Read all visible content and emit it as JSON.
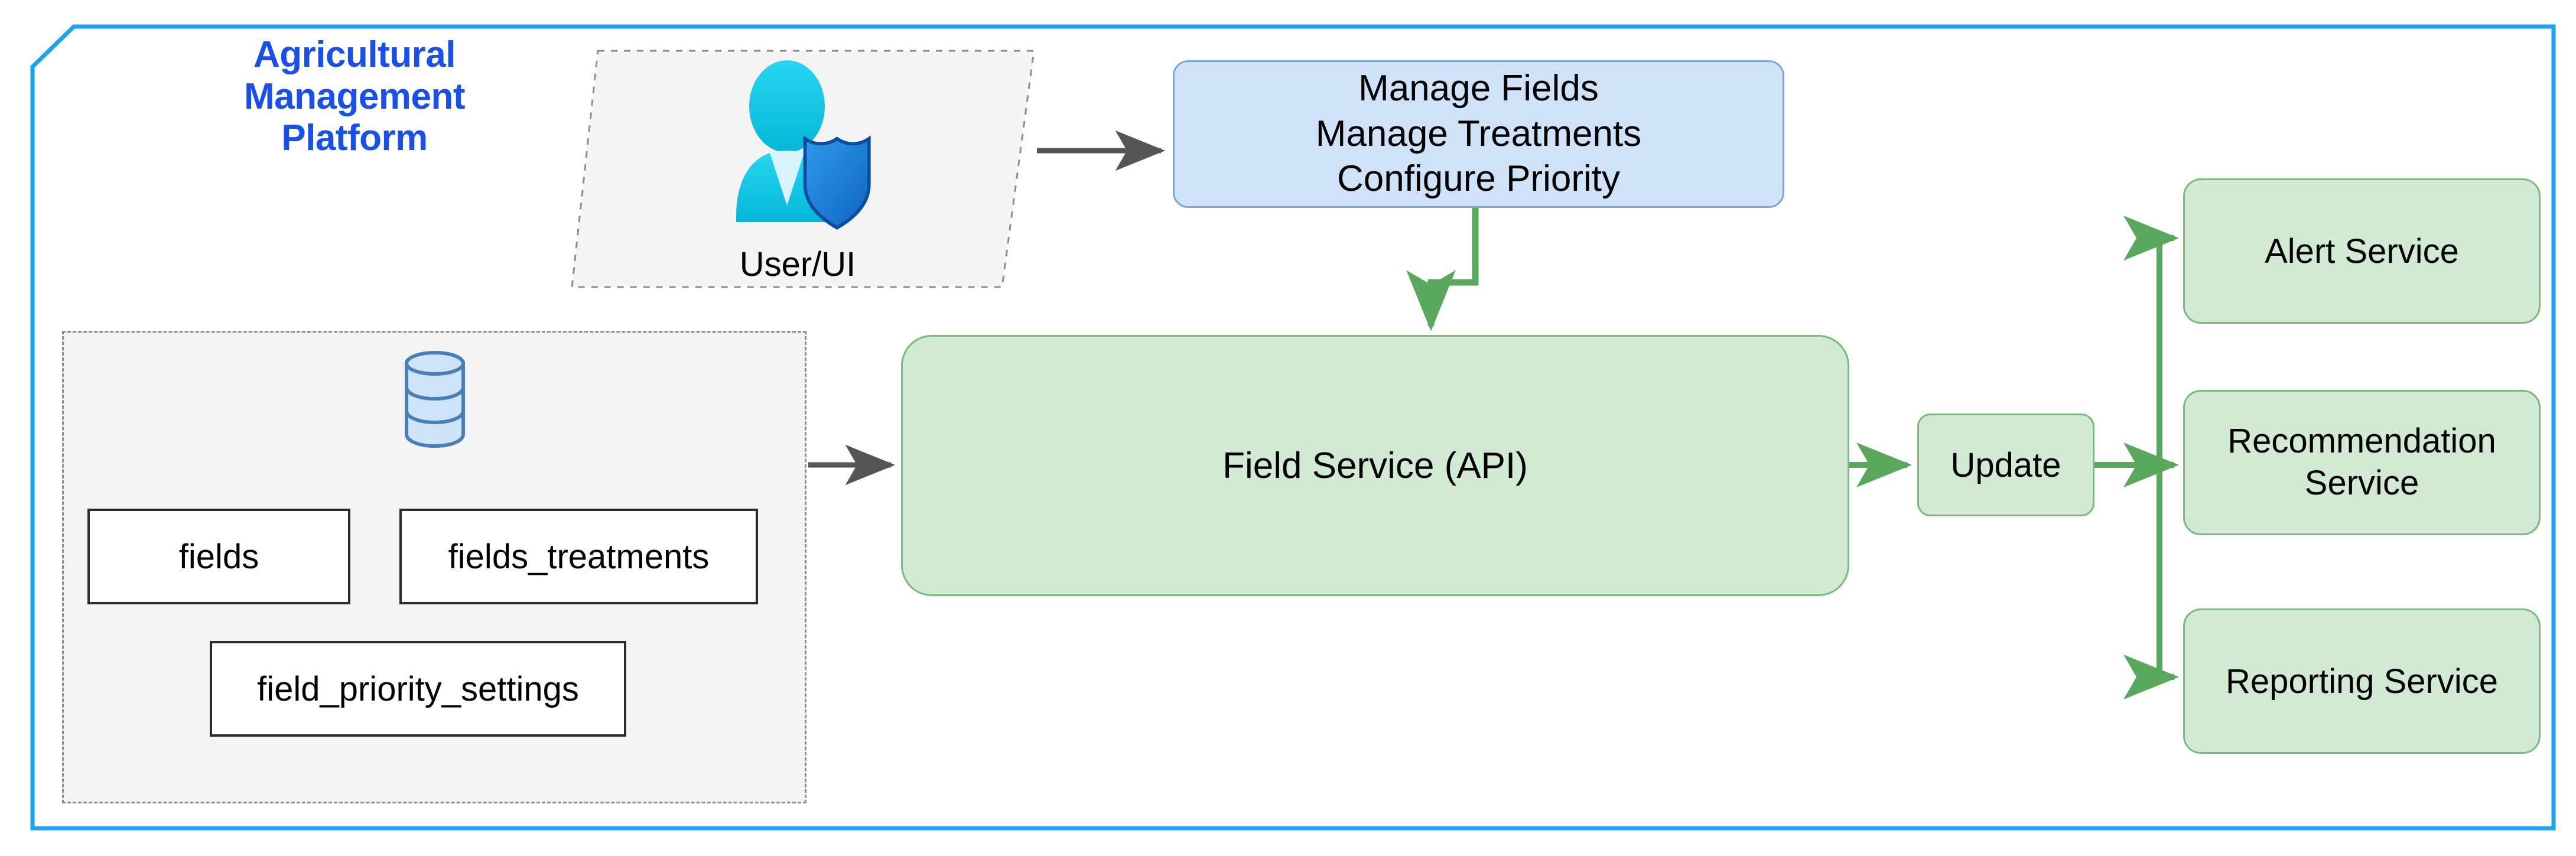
{
  "platform": {
    "title": "Agricultural\nManagement\nPlatform",
    "border_color": "#1aa3f0",
    "title_color": "#1a50e8"
  },
  "actor": {
    "label": "User/UI",
    "icon": "user-shield-icon",
    "icon_body_color": "#16c6e8",
    "icon_shield_color": "#1a7fd4"
  },
  "usecase": {
    "label": "Manage Fields\nManage Treatments\nConfigure Priority",
    "fill": "#cfe2f8",
    "stroke": "#7ba6d8"
  },
  "database": {
    "icon": "database-cylinder-icon",
    "icon_fill": "#cfe4f8",
    "icon_stroke": "#4a7fb5",
    "tables": [
      {
        "name": "fields"
      },
      {
        "name": "fields_treatments"
      },
      {
        "name": "field_priority_settings"
      }
    ]
  },
  "service": {
    "label": "Field Service (API)",
    "fill": "#d2ead3",
    "stroke": "#7cb97f"
  },
  "update": {
    "label": "Update"
  },
  "downstream": [
    {
      "label": "Alert Service"
    },
    {
      "label": "Recommendation\nService"
    },
    {
      "label": "Reporting Service"
    }
  ],
  "edges": {
    "gray_color": "#555555",
    "green_color": "#5aa75e",
    "user_to_usecase": "",
    "usecase_to_service": "",
    "db_to_service": "",
    "service_to_update": "",
    "update_to_alert": "",
    "update_to_recommendation": "",
    "update_to_reporting": ""
  }
}
